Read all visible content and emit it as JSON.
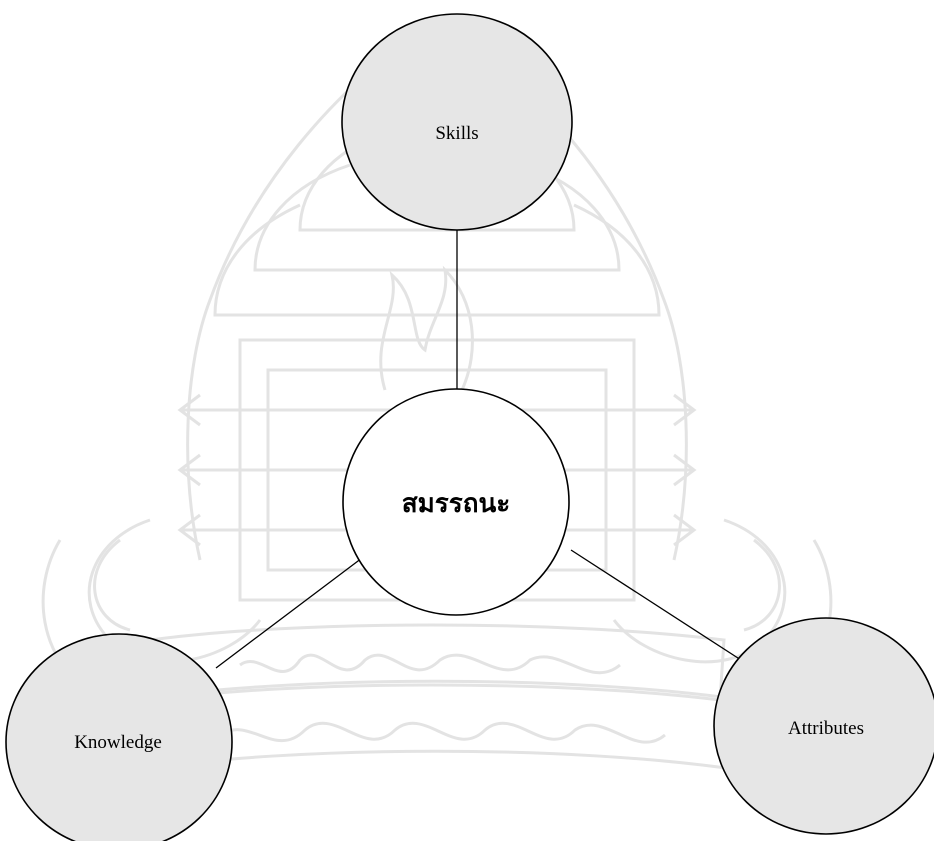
{
  "diagram": {
    "center": {
      "label": "สมรรถนะ"
    },
    "nodes": {
      "skills": {
        "label": "Skills"
      },
      "knowledge": {
        "label": "Knowledge"
      },
      "attributes": {
        "label": "Attributes"
      }
    }
  },
  "colors": {
    "outer_fill": "#e6e6e6",
    "center_fill": "#ffffff",
    "stroke": "#000000",
    "watermark": "#e3e3e3",
    "background": "#ffffff"
  }
}
